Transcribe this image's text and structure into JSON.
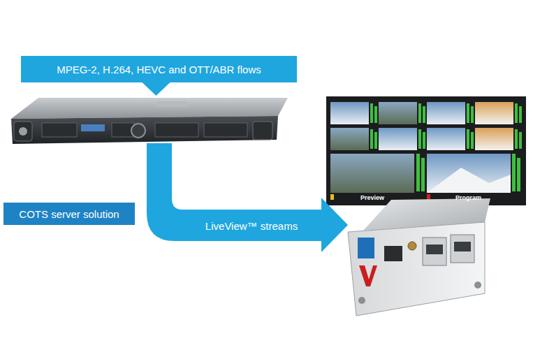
{
  "diagram": {
    "nodes": [
      {
        "text": [
          "MPEG-2, H.264, HEVC and OTT/ABR flows"
        ]
      },
      {
        "text": [
          "COTS server solution"
        ]
      },
      {
        "text": [
          "LiveView™ streams"
        ]
      }
    ],
    "labels": [
      "Preview",
      "Program"
    ]
  }
}
